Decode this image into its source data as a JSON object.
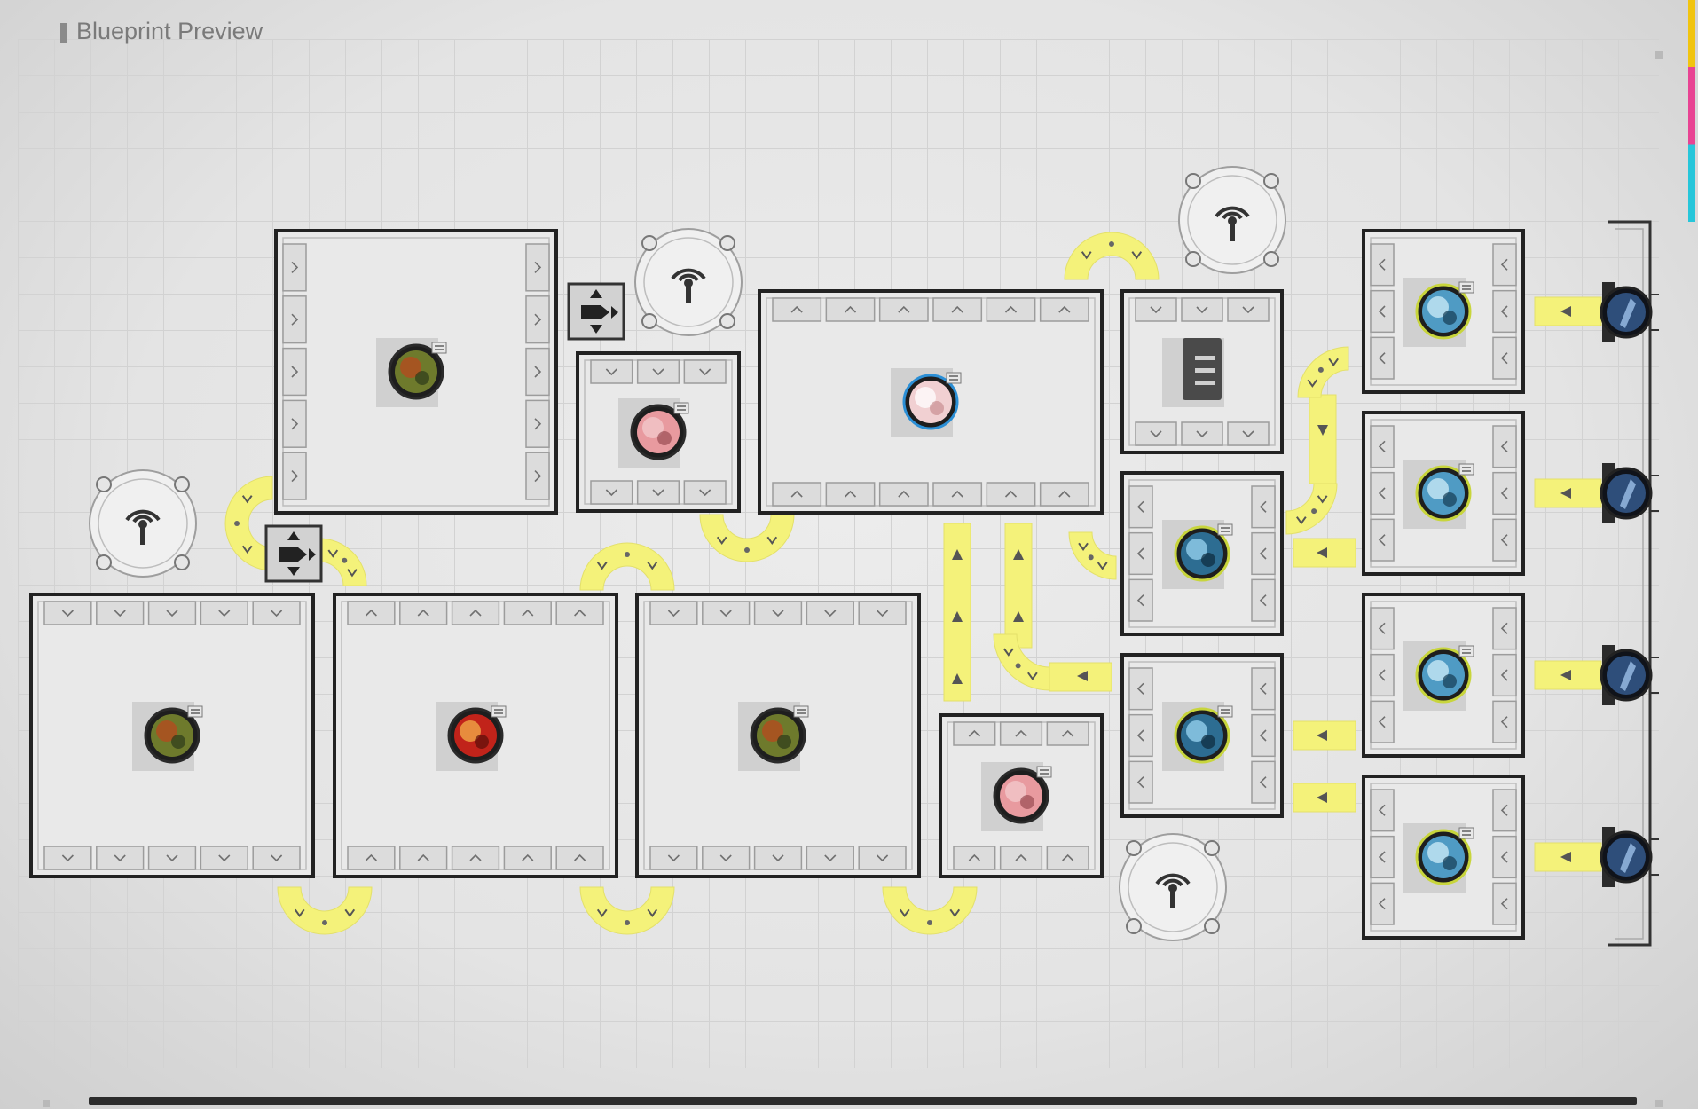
{
  "window": {
    "title": "Blueprint Preview"
  },
  "colors": {
    "background": "#e4e4e4",
    "grid_line": "#d2d2d2",
    "machine_border": "#222222",
    "conveyor_belt": "#f4f27a",
    "port_fill": "#dcdcdc",
    "tower_ring": "#f0f0f0"
  },
  "machines": [
    {
      "kind": "crafter-large",
      "product_icon": "herb-cluster-icon",
      "ports": "right"
    },
    {
      "kind": "crafter-medium",
      "product_icon": "pink-meat-icon",
      "ports": "vertical"
    },
    {
      "kind": "crafter-wide",
      "product_icon": "pink-crystal-icon",
      "ports": "vertical"
    },
    {
      "kind": "storage",
      "product_icon": "storage-cabinet-icon",
      "ports": "vertical"
    },
    {
      "kind": "crafter-large",
      "product_icon": "herb-cluster-icon",
      "ports": "vertical"
    },
    {
      "kind": "crafter-large",
      "product_icon": "red-fruit-icon",
      "ports": "vertical"
    },
    {
      "kind": "crafter-large",
      "product_icon": "herb-cluster-icon",
      "ports": "vertical"
    },
    {
      "kind": "crafter-medium",
      "product_icon": "pink-meat-icon",
      "ports": "vertical"
    },
    {
      "kind": "refiner",
      "product_icon": "blue-crystal-icon",
      "ports": "left"
    },
    {
      "kind": "refiner",
      "product_icon": "blue-crystal-icon",
      "ports": "left"
    },
    {
      "kind": "purifier",
      "product_icon": "blue-cube-icon",
      "ports": "left"
    },
    {
      "kind": "purifier",
      "product_icon": "blue-cube-icon",
      "ports": "left"
    },
    {
      "kind": "purifier",
      "product_icon": "blue-cube-icon",
      "ports": "left"
    },
    {
      "kind": "purifier",
      "product_icon": "blue-cube-icon",
      "ports": "left"
    }
  ],
  "relay_towers": [
    "relay-tower-icon",
    "relay-tower-icon",
    "relay-tower-icon",
    "relay-tower-icon"
  ],
  "splitters": [
    "splitter-icon",
    "splitter-icon"
  ],
  "output_ports": [
    "dark-crystal-orb-icon",
    "dark-crystal-orb-icon",
    "dark-crystal-orb-icon",
    "dark-crystal-orb-icon"
  ]
}
